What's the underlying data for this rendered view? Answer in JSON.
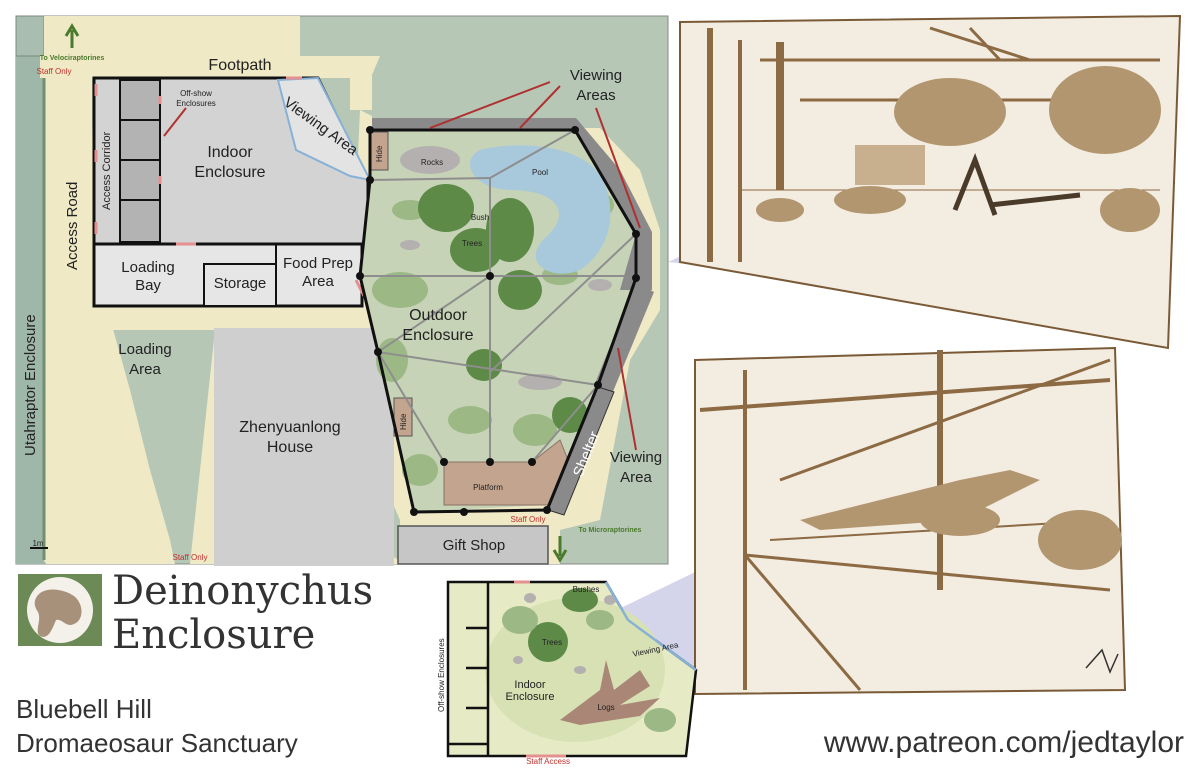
{
  "map": {
    "footpath": "Footpath",
    "viewing_area_top": "Viewing Area",
    "viewing_areas_callout_line1": "Viewing",
    "viewing_areas_callout_line2": "Areas",
    "viewing_area_right_line1": "Viewing",
    "viewing_area_right_line2": "Area",
    "off_show_line1": "Off-show",
    "off_show_line2": "Enclosures",
    "indoor_enclosure_line1": "Indoor",
    "indoor_enclosure_line2": "Enclosure",
    "access_corridor": "Access Corridor",
    "access_road": "Access Road",
    "utahraptor": "Utahraptor Enclosure",
    "loading_bay_line1": "Loading",
    "loading_bay_line2": "Bay",
    "storage": "Storage",
    "food_prep_line1": "Food Prep",
    "food_prep_line2": "Area",
    "loading_area_line1": "Loading",
    "loading_area_line2": "Area",
    "zhenyuanlong_line1": "Zhenyuanlong",
    "zhenyuanlong_line2": "House",
    "hide_top": "Hide",
    "hide_left": "Hide",
    "rocks": "Rocks",
    "pool": "Pool",
    "bush": "Bush",
    "trees": "Trees",
    "outdoor_enclosure_line1": "Outdoor",
    "outdoor_enclosure_line2": "Enclosure",
    "platform": "Platform",
    "shelter": "Shelter",
    "staff_only_top": "Staff Only",
    "staff_only_bottom_left": "Staff Only",
    "staff_only_bottom": "Staff Only",
    "to_velociraptorines": "To Velociraptorines",
    "to_microraptorines": "To Microraptorines",
    "gift_shop": "Gift Shop",
    "scale": "1m"
  },
  "inset": {
    "bushes": "Bushes",
    "trees": "Trees",
    "viewing_area": "Viewing Area",
    "indoor_line1": "Indoor",
    "indoor_line2": "Enclosure",
    "logs": "Logs",
    "off_show": "Off-show Enclosures",
    "staff_access": "Staff Access"
  },
  "title": {
    "line1": "Deinonychus",
    "line2": "Enclosure",
    "subtitle_line1": "Bluebell Hill",
    "subtitle_line2": "Dromaeosaur Sanctuary",
    "url": "www.patreon.com/jedtaylor"
  },
  "colors": {
    "map_bg": "#b6c7b6",
    "path": "#efe9c6",
    "building": "#d0d0d0",
    "outdoor": "#c6d3b6",
    "dark_green": "#5e8a48",
    "mid_green": "#9cb884",
    "pool": "#a8c8dc",
    "platform": "#c3a48f",
    "shelter": "#8a8a8a",
    "sepia": "#8c6a43",
    "logo_green": "#6b8a55",
    "logo_tan": "#a8917a"
  }
}
